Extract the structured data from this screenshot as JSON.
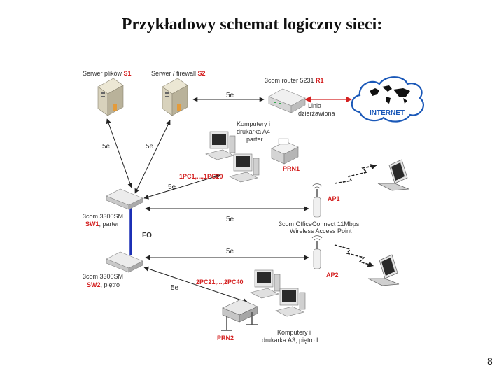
{
  "title": "Przykładowy schemat logiczny sieci:",
  "page_number": "8",
  "nodes": {
    "s1_name": "Serwer plików",
    "s1_id": "S1",
    "s2_name": "Serwer / firewall",
    "s2_id": "S2",
    "router_name": "3com router 5231",
    "router_id": "R1",
    "internet": "INTERNET",
    "line_l1": "Linia",
    "line_l2": "dzierżawiona",
    "pcs1_l1": "Komputery i",
    "pcs1_l2": "drukarka A4",
    "pcs1_l3": "parter",
    "prn1": "PRN1",
    "pc_range1": "1PC1,...,1PC20",
    "sw1_l1": "3com 3300SM",
    "sw1_id": "SW1",
    "sw1_rest": ", parter",
    "fo": "FO",
    "sw2_l1": "3com 3300SM",
    "sw2_id": "SW2",
    "sw2_rest": ", piętro",
    "ap1": "AP1",
    "ap2": "AP2",
    "ap_desc_l1": "3com OfficeConnect 11Mbps",
    "ap_desc_l2": "Wireless Access Point",
    "pc_range2": "2PC21,...,2PC40",
    "prn2": "PRN2",
    "pcs2_l1": "Komputery i",
    "pcs2_l2": "drukarka A3, piętro I"
  },
  "links": {
    "s1_sw1": "5e",
    "s2_sw1": "5e",
    "s2_router": "5e",
    "sw1_pcs": "5e",
    "sw1_ap1": "5e",
    "sw2_ap2": "5e",
    "sw2_pcs": "5e"
  },
  "colors": {
    "accent_red": "#d42020",
    "fo_line": "#1b2fb5",
    "cloud": "#1a58b8"
  }
}
